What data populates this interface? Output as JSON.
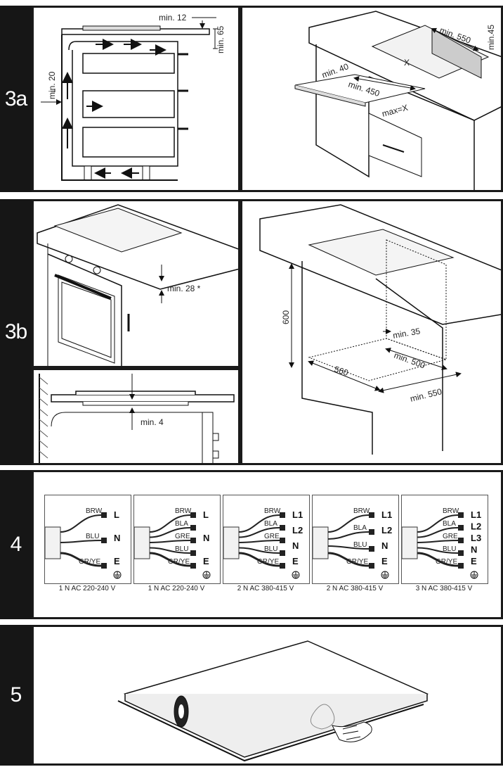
{
  "sections": [
    {
      "id": "3a",
      "label": "3a"
    },
    {
      "id": "3b",
      "label": "3b"
    },
    {
      "id": "4",
      "label": "4"
    },
    {
      "id": "5",
      "label": "5"
    }
  ],
  "s3a": {
    "left": {
      "min12": "min. 12",
      "min65": "min. 65",
      "min20": "min. 20"
    },
    "right": {
      "min550": "min. 550",
      "min45": "min.45",
      "min40": "min. 40",
      "min450": "min. 450",
      "x": "X",
      "maxx": "max=X"
    }
  },
  "s3b": {
    "topleft": {
      "min28": "min. 28 *"
    },
    "bottomleft": {
      "min4": "min. 4"
    },
    "right": {
      "d600": "600",
      "min35": "min. 35",
      "d560": "560",
      "min500": "min. 500",
      "min550": "min. 550"
    }
  },
  "wiring": [
    {
      "caption": "1 N AC 220-240 V",
      "wires": [
        "BRW",
        "BLU",
        "GR/YE"
      ],
      "terminals": [
        "L",
        "N",
        "E"
      ]
    },
    {
      "caption": "1 N AC 220-240 V",
      "wires": [
        "BRW",
        "BLA",
        "GRE",
        "BLU",
        "GR/YE"
      ],
      "terminals": [
        "L",
        "N",
        "E"
      ]
    },
    {
      "caption": "2 N AC 380-415 V",
      "wires": [
        "BRW",
        "BLA",
        "GRE",
        "BLU",
        "GR/YE"
      ],
      "terminals": [
        "L1",
        "L2",
        "N",
        "E"
      ]
    },
    {
      "caption": "2 N AC 380-415 V",
      "wires": [
        "BRW",
        "BLA",
        "BLU",
        "GR/YE"
      ],
      "terminals": [
        "L1",
        "L2",
        "N",
        "E"
      ]
    },
    {
      "caption": "3 N AC 380-415 V",
      "wires": [
        "BRW",
        "BLA",
        "GRE",
        "BLU",
        "GR/YE"
      ],
      "terminals": [
        "L1",
        "L2",
        "L3",
        "N",
        "E"
      ]
    }
  ]
}
